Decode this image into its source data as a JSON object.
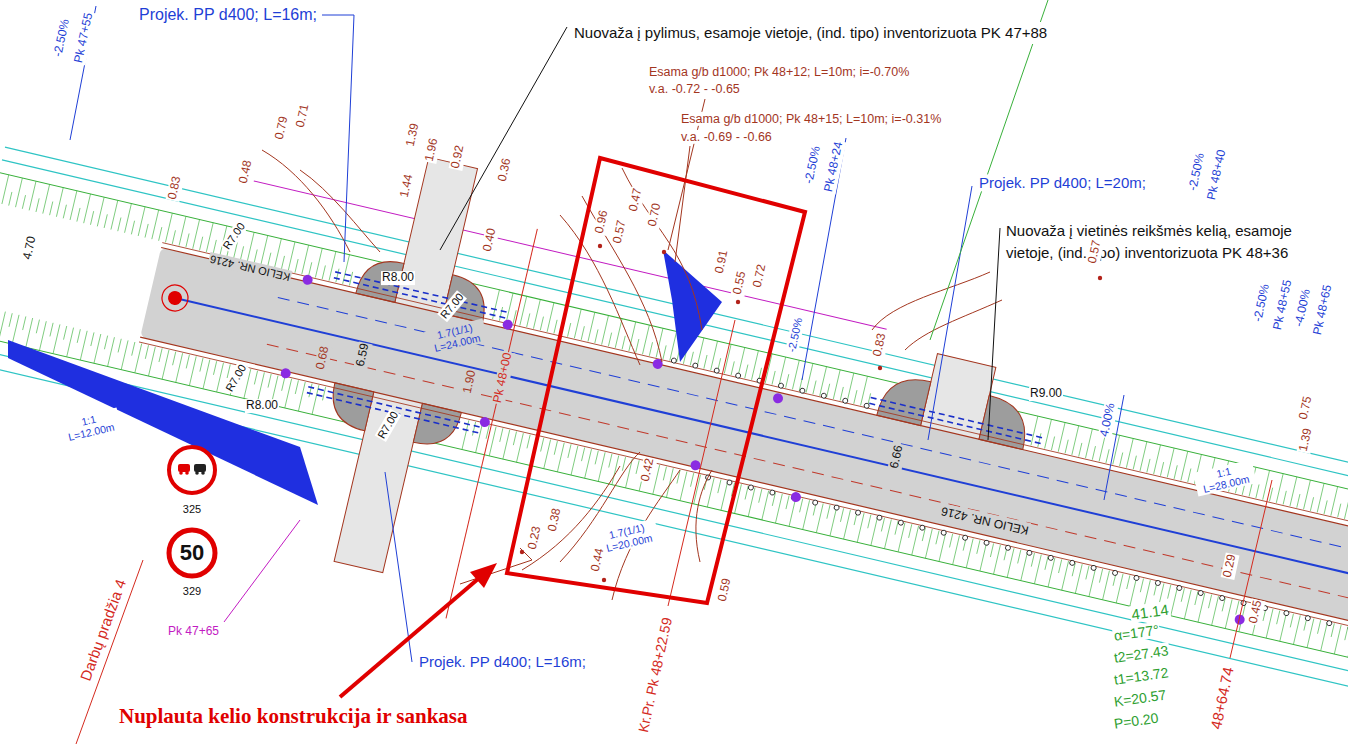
{
  "diagram": {
    "labels": [
      "Projek. PP d400; L=16m;",
      "Nuovaža į pylimus, esamoje vietoje, (ind. tipo) inventorizuota PK 47+88",
      "Esama g/b d1000; Pk 48+12; L=10m; i=-0.70%",
      "v.a. -0.72 - -0.65",
      "Esama g/b d1000; Pk 48+15; L=10m; i=-0.31%",
      "v.a. -0.69 - -0.66",
      "Projek. PP d400; L=20m;",
      "Nuovaža į vietinės reikšmės kelią, esamoje vietoje, (ind. tipo) inventorizuota PK 48+36",
      "Projek. PP d400; L=16m;",
      "Nuplauta kelio konstrukcija ir sankasa",
      "KELIO NR. 4216",
      "KELIO NR. 4216",
      "325",
      "50",
      "329",
      "Pk 47+65",
      "Darbų pradžia 4",
      "-2.50%",
      "Pk 47+55",
      "-2.50%",
      "Pk 48+24",
      "-2.50%",
      "Pk 48+40",
      "-2.50%",
      "Pk 48+55",
      "-4.00%",
      "Pk 48+65",
      "-2.50%",
      "4.00%",
      "R8.00",
      "R7.00",
      "R7.00",
      "R8.00",
      "R7.00",
      "R7.00",
      "R9.00",
      "4.70",
      "6.59",
      "6.66",
      "1.7(1/1) L=24.00m",
      "1:1 L=12.00m",
      "1.7(1/1) L=20.00m",
      "1:1 L=28.00m",
      "41.14",
      "α=177°",
      "t2=27.43",
      "t1=13.72",
      "K=20.57",
      "P=0.20",
      "48+64.74",
      "Pk 48+00",
      "Kr.Pr. Pk 48+22.59",
      "0.96",
      "0.57",
      "0.47",
      "0.70",
      "0.91",
      "0.55",
      "0.72",
      "0.71",
      "0.79",
      "0.48",
      "0.83",
      "1.44",
      "1.39",
      "1.96",
      "0.92",
      "0.36",
      "0.40",
      "1.90",
      "0.68",
      "0.23",
      "0.38",
      "0.44",
      "0.42",
      "0.83",
      "0.57",
      "0.75",
      "1.39",
      "0.29",
      "0.45",
      "0.59"
    ]
  }
}
